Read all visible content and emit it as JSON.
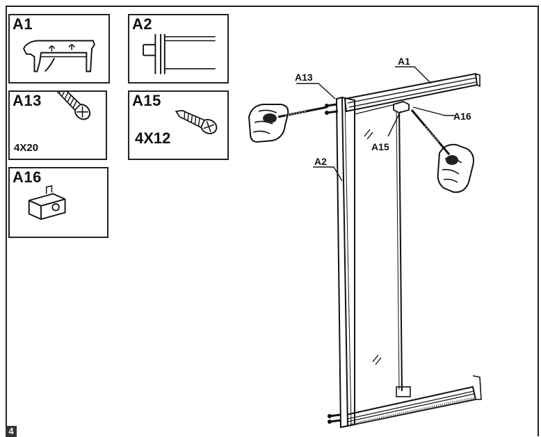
{
  "parts": [
    {
      "id": "a1",
      "label": "A1",
      "size": ""
    },
    {
      "id": "a2",
      "label": "A2",
      "size": ""
    },
    {
      "id": "a13",
      "label": "A13",
      "size": "4X20"
    },
    {
      "id": "a15",
      "label": "A15",
      "size": "4X12"
    },
    {
      "id": "a16",
      "label": "A16",
      "size": ""
    }
  ],
  "callouts": {
    "a1": "A1",
    "a2": "A2",
    "a13": "A13",
    "a15": "A15",
    "a16": "A16"
  },
  "step_number": "4",
  "colors": {
    "line": "#111111",
    "background": "#ffffff"
  },
  "icons": [
    "hand-icon",
    "screwdriver-icon",
    "screw-icon",
    "bracket-icon"
  ]
}
